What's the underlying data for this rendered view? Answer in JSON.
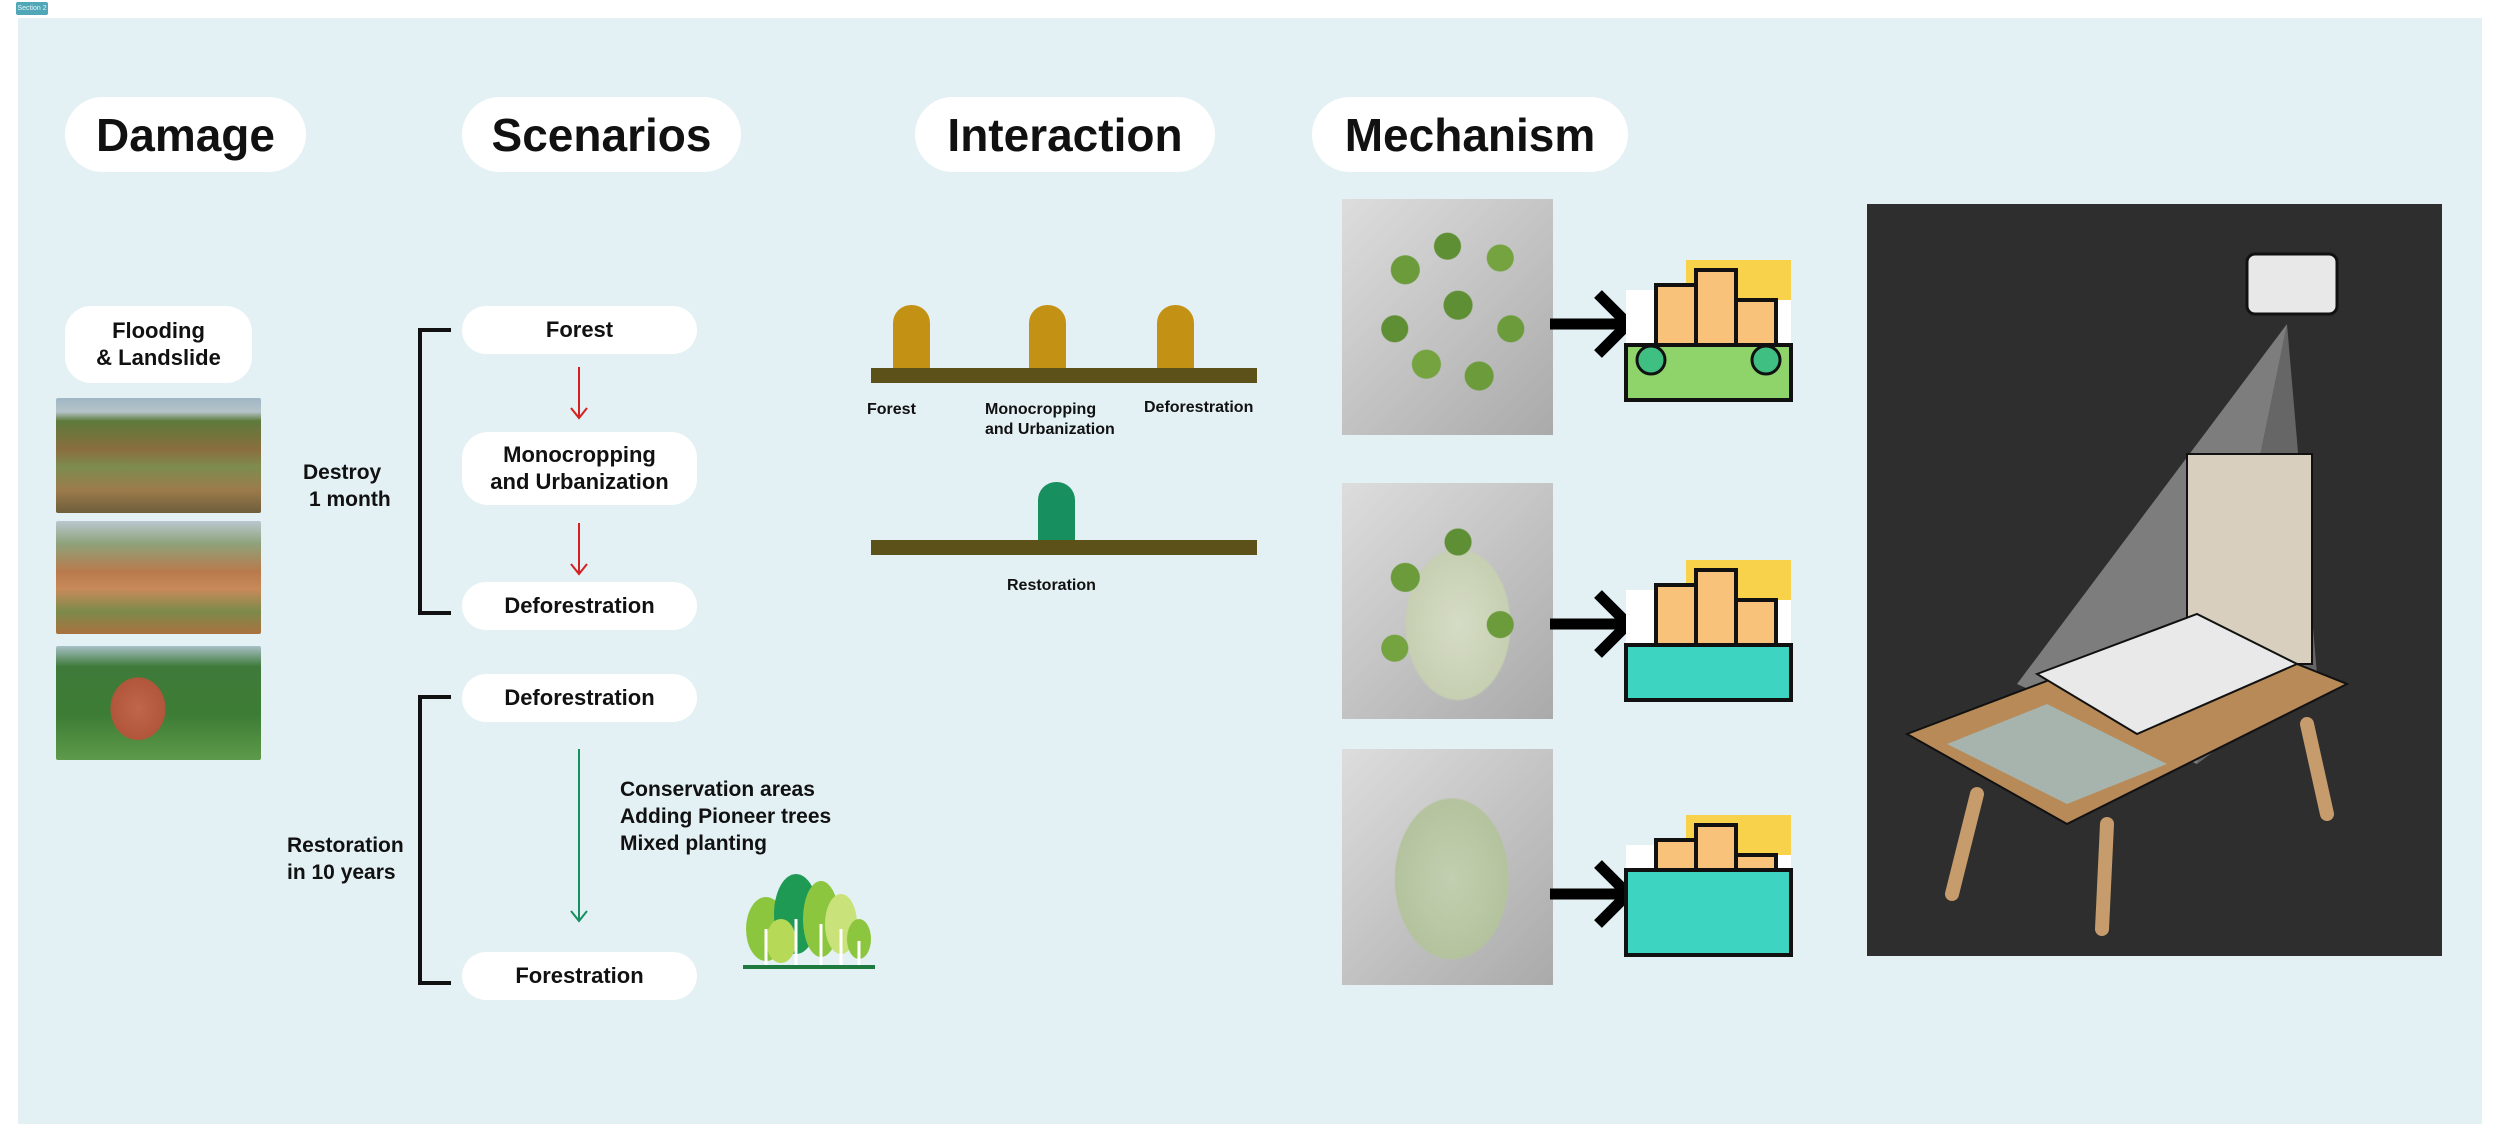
{
  "section_tag": "Section 2",
  "headers": {
    "damage": "Damage",
    "scenarios": "Scenarios",
    "interaction": "Interaction",
    "mechanism": "Mechanism"
  },
  "damage": {
    "pill": [
      "Flooding",
      "& Landslide"
    ]
  },
  "scenarios": {
    "destroy_label": [
      "Destroy",
      "1 month"
    ],
    "restoration_label": [
      "Restoration",
      "in 10 years"
    ],
    "pills": {
      "forest": "Forest",
      "monocropping": [
        "Monocropping",
        "and Urbanization"
      ],
      "deforestation1": "Deforestration",
      "deforestation2": "Deforestration",
      "forestation": "Forestration"
    },
    "actions": [
      "Conservation areas",
      "Adding Pioneer trees",
      "Mixed planting"
    ]
  },
  "interaction": {
    "labels": {
      "forest": "Forest",
      "mono": [
        "Monocropping",
        "and Urbanization"
      ],
      "defo": "Deforestration",
      "restoration": "Restoration"
    },
    "colors": {
      "bar": "#5c5118",
      "destroy_knob": "#c39214",
      "restore_knob": "#178f5f"
    }
  },
  "colors": {
    "background": "#e3f0f4",
    "arrow_red": "#d42020",
    "arrow_green": "#178f5f"
  }
}
